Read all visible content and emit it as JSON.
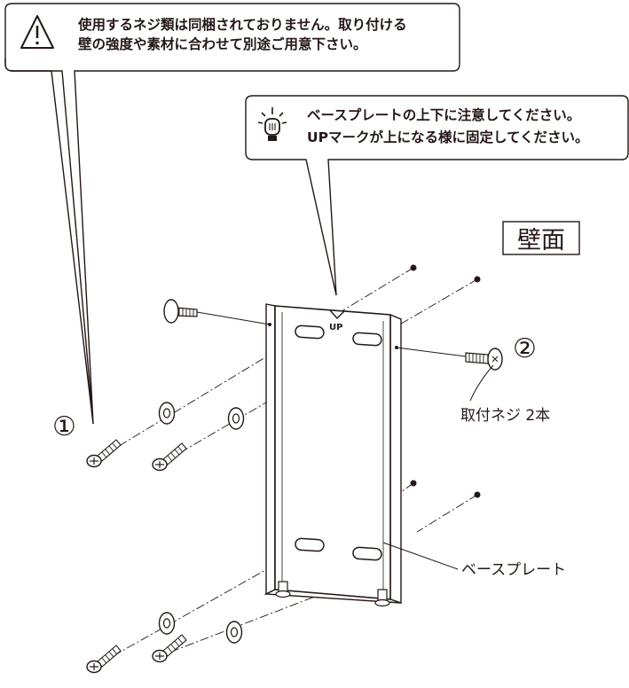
{
  "warning": {
    "icon": "warning-triangle-icon",
    "line1": "使用するネジ類は同梱されておりません。取り付ける",
    "line2": "壁の強度や素材に合わせて別途ご用意下さい。"
  },
  "tip": {
    "icon": "lightbulb-icon",
    "line1": "ベースプレートの上下に注意してください。",
    "line2": "UPマークが上になる様に固定してください。"
  },
  "wall_label": "壁面",
  "up_mark": "UP",
  "callout_1": "①",
  "callout_2": "②",
  "screw_label": "取付ネジ 2本",
  "plate_label": "ベースプレート",
  "colors": {
    "ink": "#231815",
    "box_fill": "#ffffff"
  }
}
